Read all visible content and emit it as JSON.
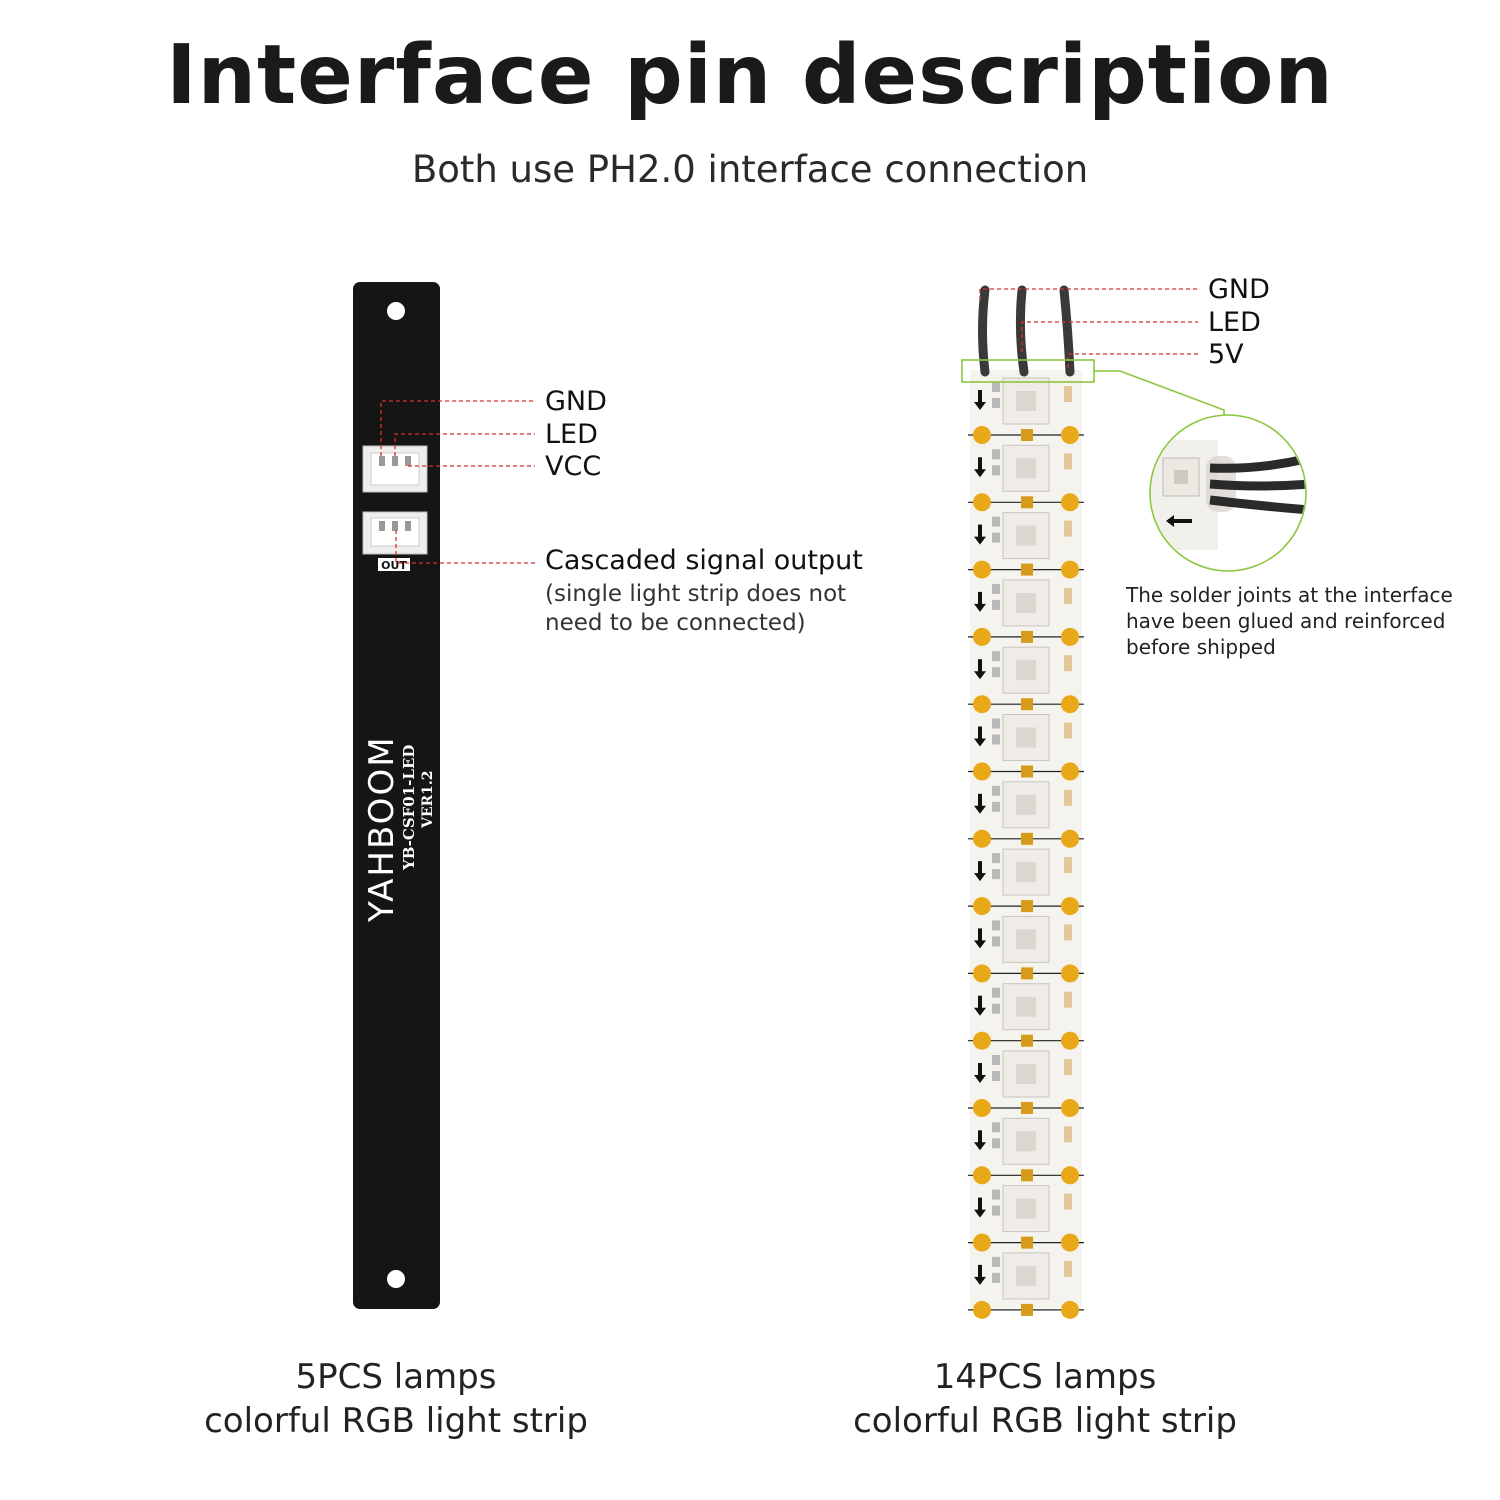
{
  "header": {
    "title": "Interface pin description",
    "subtitle": "Both use PH2.0 interface connection"
  },
  "left_board": {
    "pins": [
      "GND",
      "LED",
      "VCC"
    ],
    "output_label": "Cascaded signal output",
    "output_note_line1": "(single light strip does not",
    "output_note_line2": "need to be connected)",
    "brand": "YAHBOOM",
    "model": "YB-CSF01-LED",
    "version": "VER1.2",
    "out_silk": "OUT",
    "caption_line1": "5PCS lamps",
    "caption_line2": "colorful RGB light strip"
  },
  "right_strip": {
    "pins": [
      "GND",
      "LED",
      "5V"
    ],
    "note_line1": "The solder joints at the interface",
    "note_line2": "have been glued and reinforced",
    "note_line3": "before shipped",
    "lamp_count": 14,
    "caption_line1": "14PCS lamps",
    "caption_line2": "colorful RGB light strip"
  },
  "colors": {
    "board": "#151515",
    "leader_red": "#d9302c",
    "leader_green": "#8cc63f",
    "pad_gold": "#e8a818",
    "strip_white": "#f5f3ee"
  }
}
